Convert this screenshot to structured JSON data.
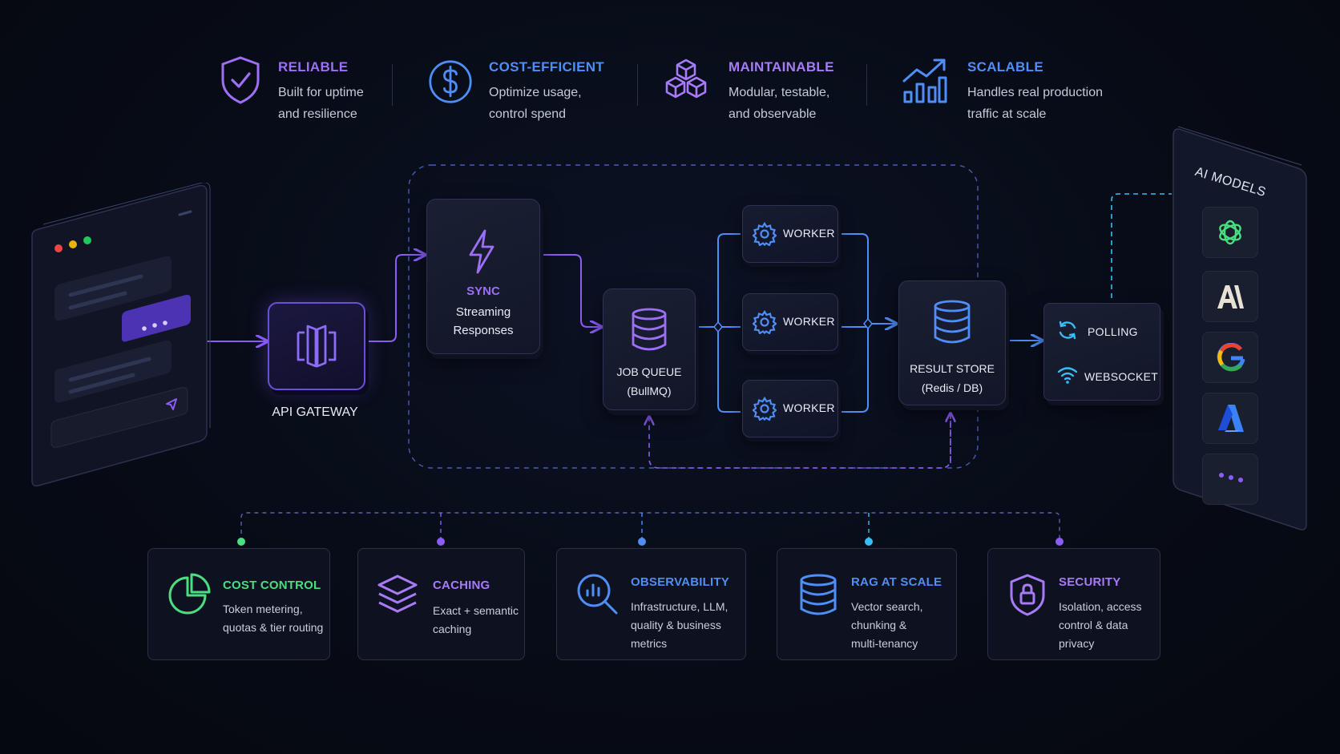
{
  "colors": {
    "background": "#070b16",
    "purple": "#8b5cf6",
    "blue": "#4f8df7",
    "green": "#4ade80",
    "cyan": "#38bdf8"
  },
  "value_props": [
    {
      "title": "RELIABLE",
      "desc1": "Built for uptime",
      "desc2": "and resilience",
      "icon": "shield-check-icon",
      "color": "#9d6ff5"
    },
    {
      "title": "COST-EFFICIENT",
      "desc1": "Optimize usage,",
      "desc2": "control spend",
      "icon": "dollar-icon",
      "color": "#4f8df7"
    },
    {
      "title": "MAINTAINABLE",
      "desc1": "Modular, testable,",
      "desc2": "and observable",
      "icon": "cubes-icon",
      "color": "#a77bf7"
    },
    {
      "title": "SCALABLE",
      "desc1": "Handles real production",
      "desc2": "traffic at scale",
      "icon": "growth-chart-icon",
      "color": "#4f8df7"
    }
  ],
  "api_gateway": {
    "label": "API GATEWAY",
    "icon": "gateway-icon"
  },
  "sync": {
    "title": "SYNC",
    "line1": "Streaming",
    "line2": "Responses",
    "icon": "lightning-icon"
  },
  "job_queue": {
    "line1": "JOB QUEUE",
    "line2": "(BullMQ)",
    "icon": "database-icon"
  },
  "workers": [
    {
      "label": "WORKER",
      "icon": "gear-icon"
    },
    {
      "label": "WORKER",
      "icon": "gear-icon"
    },
    {
      "label": "WORKER",
      "icon": "gear-icon"
    }
  ],
  "result_store": {
    "line1": "RESULT STORE",
    "line2": "(Redis / DB)",
    "icon": "database-icon"
  },
  "delivery": {
    "polling": "POLLING",
    "websocket": "WEBSOCKET"
  },
  "models_panel": {
    "title": "AI MODELS",
    "models": [
      "openai-logo-icon",
      "anthropic-logo-icon",
      "google-logo-icon",
      "azure-logo-icon",
      "more-dots-icon"
    ]
  },
  "cards": [
    {
      "title": "COST CONTROL",
      "lines": [
        "Token metering,",
        "quotas & tier routing"
      ],
      "color": "#4ade80",
      "icon": "pie-chart-icon"
    },
    {
      "title": "CACHING",
      "lines": [
        "Exact + semantic",
        "caching"
      ],
      "color": "#a77bf7",
      "icon": "layers-icon"
    },
    {
      "title": "OBSERVABILITY",
      "lines": [
        "Infrastructure, LLM,",
        "quality & business",
        "metrics"
      ],
      "color": "#4f8df7",
      "icon": "magnifier-chart-icon"
    },
    {
      "title": "RAG AT SCALE",
      "lines": [
        "Vector search,",
        "chunking &",
        "multi-tenancy"
      ],
      "color": "#4f8df7",
      "icon": "database-icon"
    },
    {
      "title": "SECURITY",
      "lines": [
        "Isolation, access",
        "control & data",
        "privacy"
      ],
      "color": "#a77bf7",
      "icon": "lock-shield-icon"
    }
  ]
}
